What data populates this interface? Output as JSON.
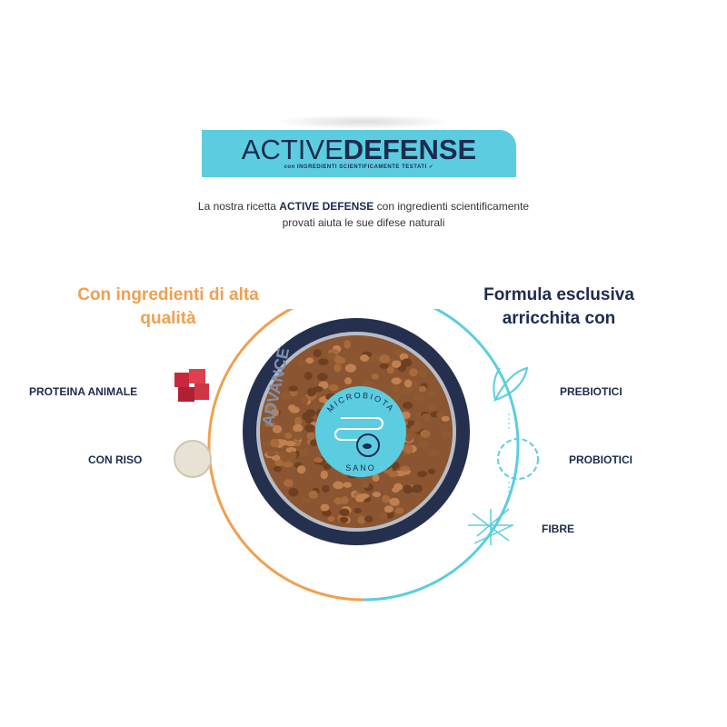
{
  "banner": {
    "title_light": "ACTIVE",
    "title_bold": "DEFENSE",
    "subtitle": "con INGREDIENTI SCIENTIFICAMENTE TESTATI ✓"
  },
  "intro": {
    "pre": "La nostra ricetta ",
    "bold": "ACTIVE DEFENSE",
    "post": " con ingredienti scientificamente provati aiuta le sue difese naturali"
  },
  "left": {
    "heading": "Con ingredienti di alta qualità",
    "items": [
      {
        "label": "PROTEINA ANIMALE",
        "icon": "meat-icon"
      },
      {
        "label": "CON RISO",
        "icon": "rice-icon"
      }
    ]
  },
  "right": {
    "heading": "Formula esclusiva arricchita con",
    "items": [
      {
        "label": "PREBIOTICI",
        "icon": "leaf-icon"
      },
      {
        "label": "PROBIOTICI",
        "icon": "bacteria-icon"
      },
      {
        "label": "FIBRE",
        "icon": "fiber-icon"
      }
    ]
  },
  "badge": {
    "top": "MICROBIOTA",
    "bottom": "SANO"
  },
  "bowl_text": "ADVANCE",
  "colors": {
    "orange": "#f0a050",
    "blue": "#5ccde0",
    "navy": "#1d2b4f"
  }
}
